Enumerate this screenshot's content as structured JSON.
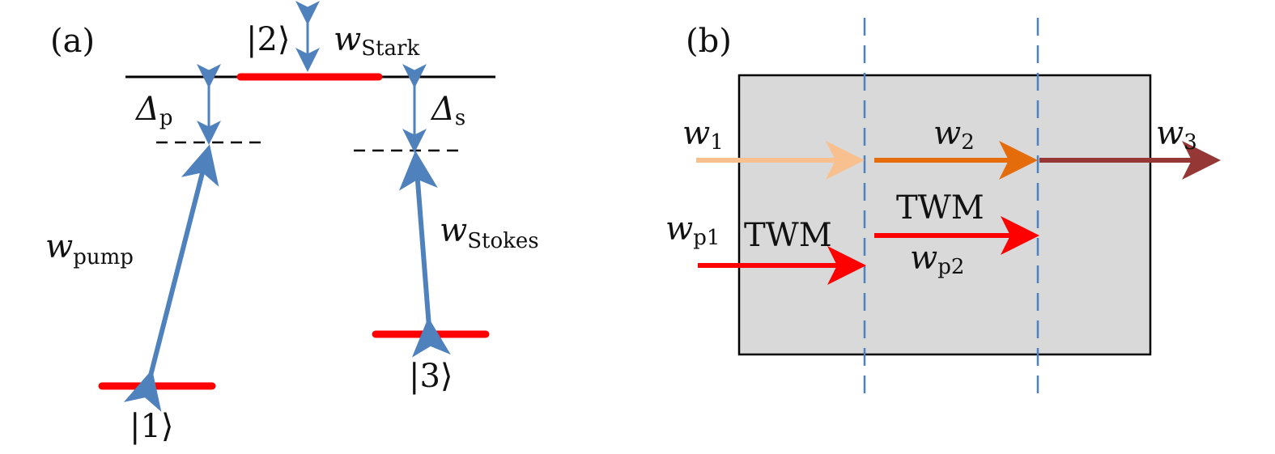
{
  "panel_a": {
    "label": "(a)",
    "colors": {
      "level": "#ff0000",
      "arrow": "#4f81bd",
      "line": "#000000"
    },
    "levels": {
      "state1": {
        "ket": "|1⟩"
      },
      "state2": {
        "ket": "|2⟩"
      },
      "state3": {
        "ket": "|3⟩"
      }
    },
    "stark": {
      "symbol": "w",
      "sub": "Stark"
    },
    "detuning_p": {
      "symbol": "Δ",
      "sub": "p"
    },
    "detuning_s": {
      "symbol": "Δ",
      "sub": "s"
    },
    "pump": {
      "symbol": "w",
      "sub": "pump"
    },
    "stokes": {
      "symbol": "w",
      "sub": "Stokes"
    }
  },
  "panel_b": {
    "label": "(b)",
    "colors": {
      "box_fill": "#d9d9d9",
      "divider": "#4f81bd",
      "w1": "#f9c08f",
      "w2": "#e46c0a",
      "w3": "#953735",
      "pump": "#ff0000"
    },
    "w1": {
      "symbol": "w",
      "sub": "1"
    },
    "w2": {
      "symbol": "w",
      "sub": "2"
    },
    "w3": {
      "symbol": "w",
      "sub": "3"
    },
    "wp1": {
      "symbol": "w",
      "sub": "p1"
    },
    "wp2": {
      "symbol": "w",
      "sub": "p2"
    },
    "twm_1": "TWM",
    "twm_2": "TWM"
  }
}
